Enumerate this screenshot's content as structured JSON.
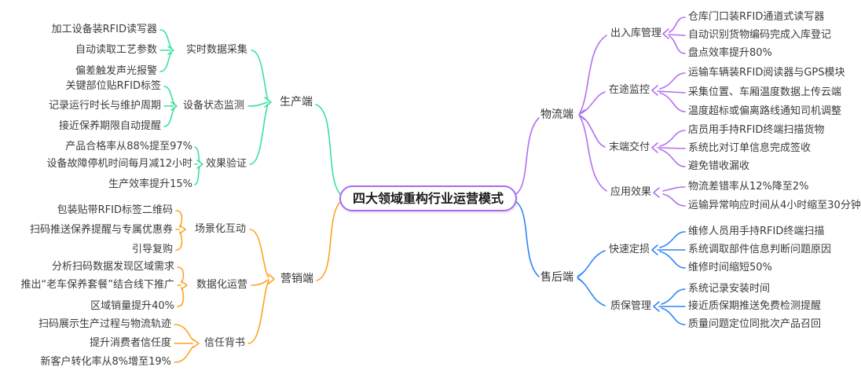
{
  "title": "四大领域重构行业运营模式",
  "colors": {
    "production": "#3be09c",
    "marketing": "#fca326",
    "logistics": "#b36ff0",
    "aftersales": "#2e86f7",
    "center_border": "#a76aef",
    "text": "#3b3b3b"
  },
  "branches": {
    "production": {
      "label": "生产端",
      "groups": [
        {
          "label": "实时数据采集",
          "leaves": [
            "加工设备装RFID读写器",
            "自动读取工艺参数",
            "偏差触发声光报警"
          ]
        },
        {
          "label": "设备状态监测",
          "leaves": [
            "关键部位贴RFID标签",
            "记录运行时长与维护周期",
            "接近保养期限自动提醒"
          ]
        },
        {
          "label": "效果验证",
          "leaves": [
            "产品合格率从88%提至97%",
            "设备故障停机时间每月减12小时",
            "生产效率提升15%"
          ]
        }
      ]
    },
    "marketing": {
      "label": "营销端",
      "groups": [
        {
          "label": "场景化互动",
          "leaves": [
            "包装贴带RFID标签二维码",
            "扫码推送保养提醒与专属优惠券",
            "引导复购"
          ]
        },
        {
          "label": "数据化运营",
          "leaves": [
            "分析扫码数据发现区域需求",
            "推出“老车保养套餐”结合线下推广",
            "区域销量提升40%"
          ]
        },
        {
          "label": "信任背书",
          "leaves": [
            "扫码展示生产过程与物流轨迹",
            "提升消费者信任度",
            "新客户转化率从8%增至19%"
          ]
        }
      ]
    },
    "logistics": {
      "label": "物流端",
      "groups": [
        {
          "label": "出入库管理",
          "leaves": [
            "仓库门口装RFID通道式读写器",
            "自动识别货物编码完成入库登记",
            "盘点效率提升80%"
          ]
        },
        {
          "label": "在途监控",
          "leaves": [
            "运输车辆装RFID阅读器与GPS模块",
            "采集位置、车厢温度数据上传云端",
            "温度超标或偏离路线通知司机调整"
          ]
        },
        {
          "label": "末端交付",
          "leaves": [
            "店员用手持RFID终端扫描货物",
            "系统比对订单信息完成签收",
            "避免错收漏收"
          ]
        },
        {
          "label": "应用效果",
          "leaves": [
            "物流差错率从12%降至2%",
            "运输异常响应时间从4小时缩至30分钟"
          ]
        }
      ]
    },
    "aftersales": {
      "label": "售后端",
      "groups": [
        {
          "label": "快速定损",
          "leaves": [
            "维修人员用手持RFID终端扫描",
            "系统调取部件信息判断问题原因",
            "维修时间缩短50%"
          ]
        },
        {
          "label": "质保管理",
          "leaves": [
            "系统记录安装时间",
            "接近质保期推送免费检测提醒",
            "质量问题定位同批次产品召回"
          ]
        }
      ]
    }
  }
}
